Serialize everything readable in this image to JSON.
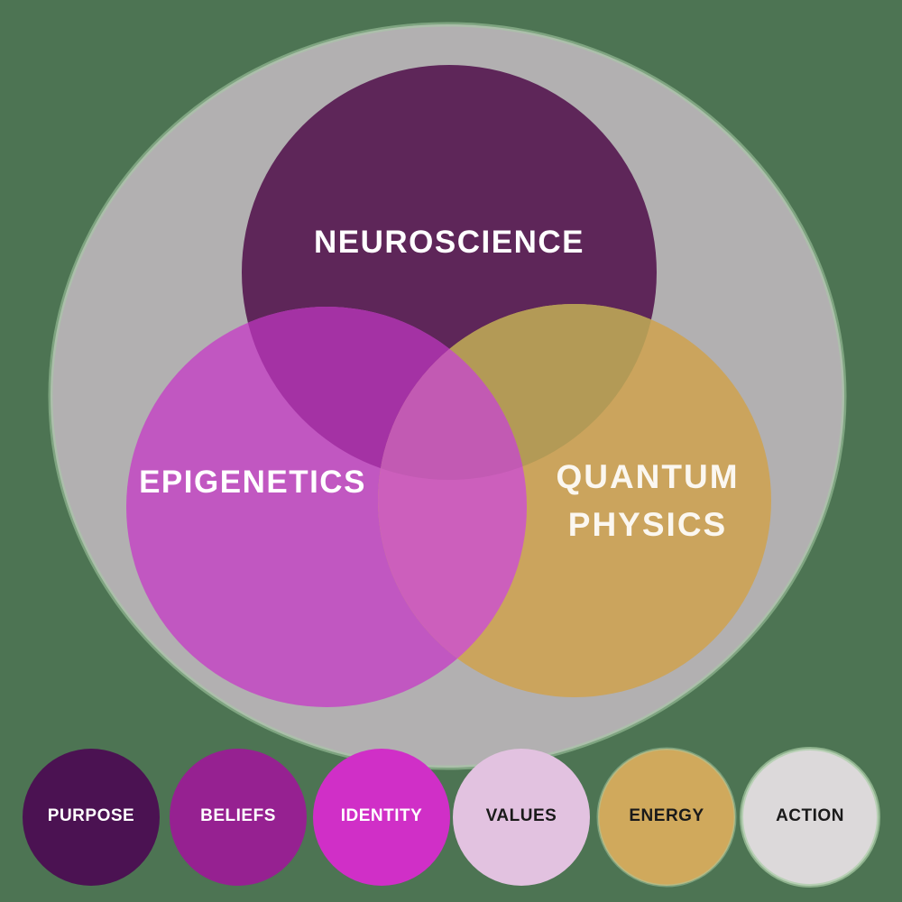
{
  "colors": {
    "background": "#4d7453",
    "outer_circle": "#b2b0b1",
    "halo": "#a8cca5"
  },
  "venn": {
    "neuroscience": {
      "label": "NEUROSCIENCE",
      "color": "#5e2659",
      "text_color": "#ffffff"
    },
    "epigenetics": {
      "label": "EPIGENETICS",
      "color": "#c157c1",
      "text_color": "#ffffff"
    },
    "quantum_physics": {
      "label_line1": "QUANTUM",
      "label_line2": "PHYSICS",
      "color": "#cba45d",
      "text_color": "#fbf7f0"
    },
    "overlaps": {
      "neuro_epi": "#a432a4",
      "neuro_quantum": "#b39a56",
      "epi_quantum": "#cc5fbc",
      "center": "#c25ab3"
    }
  },
  "legend": {
    "items": [
      {
        "label": "PURPOSE",
        "color": "#4b1252",
        "text_color": "#ffffff"
      },
      {
        "label": "BELIEFS",
        "color": "#962191",
        "text_color": "#ffffff"
      },
      {
        "label": "IDENTITY",
        "color": "#d02fc7",
        "text_color": "#ffffff"
      },
      {
        "label": "VALUES",
        "color": "#e2c2e0",
        "text_color": "#1a1a1a"
      },
      {
        "label": "ENERGY",
        "color": "#d0a95c",
        "text_color": "#1a1a1a"
      },
      {
        "label": "ACTION",
        "color": "#dcd9da",
        "text_color": "#1a1a1a"
      }
    ]
  }
}
